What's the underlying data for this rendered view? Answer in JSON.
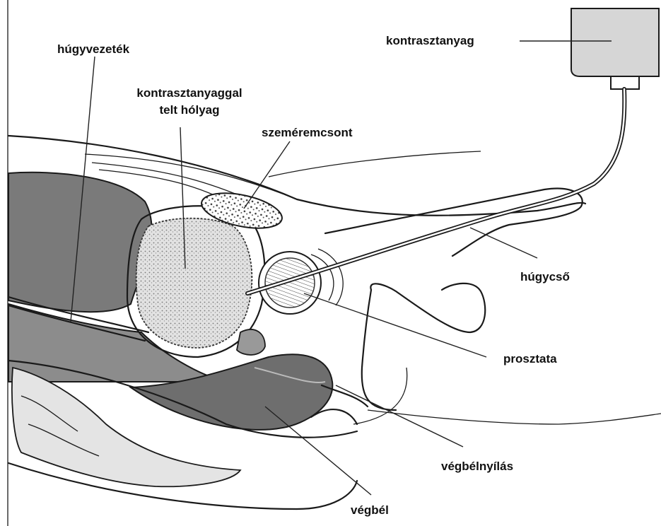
{
  "labels": {
    "ureter": "húgyvezeték",
    "contrast_agent": "kontrasztanyag",
    "bladder_line1": "kontrasztanyaggal",
    "bladder_line2": "telt hólyag",
    "pubic_bone": "szeméremcsont",
    "urethra": "húgycső",
    "prostate": "prosztata",
    "anus": "végbélnyílás",
    "rectum": "végbél"
  },
  "colors": {
    "ink": "#1a1a1a",
    "shading_dark": "#6b6b6b",
    "shading_mid": "#a5a5a5",
    "shading_light": "#d4d4d4",
    "background": "#ffffff"
  }
}
